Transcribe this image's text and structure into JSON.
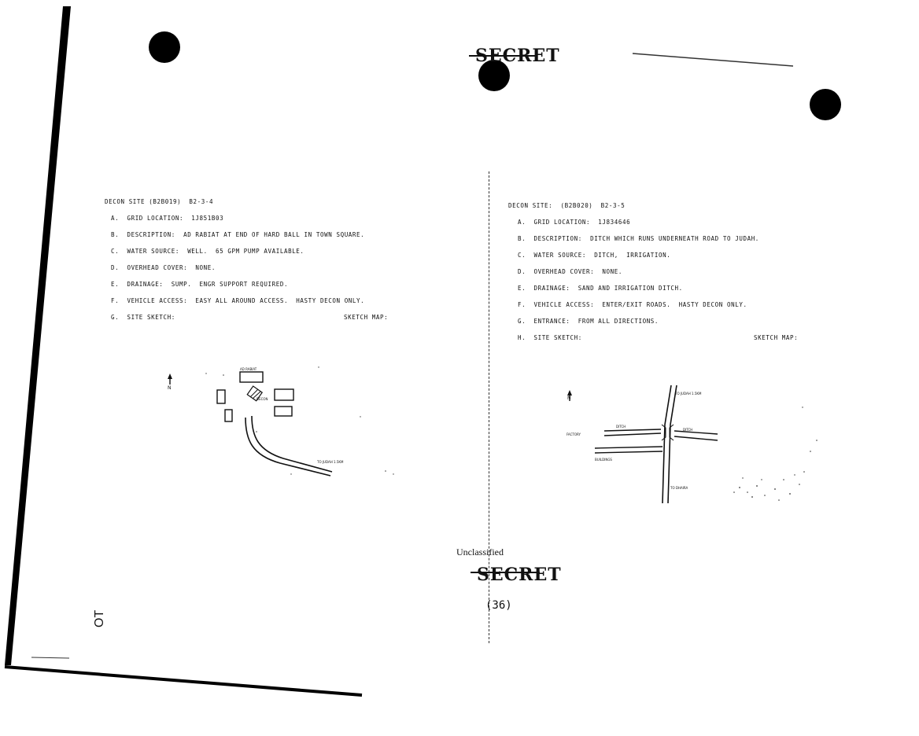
{
  "page": {
    "classification_top": "SECRET",
    "classification_bottom": "SECRET",
    "unclassified_stamp": "Unclassified",
    "page_number": "(36)",
    "margin_mark": "OT"
  },
  "left": {
    "header": "DECON SITE (B2B019)  B2-3-4",
    "lines": [
      "A.  GRID LOCATION:  1J851B03",
      "B.  DESCRIPTION:  AD RABIAT AT END OF HARD BALL IN TOWN SQUARE.",
      "C.  WATER SOURCE:  WELL.  65 GPM PUMP AVAILABLE.",
      "D.  OVERHEAD COVER:  NONE.",
      "E.  DRAINAGE:  SUMP.  ENGR SUPPORT REQUIRED.",
      "F.  VEHICLE ACCESS:  EASY ALL AROUND ACCESS.  HASTY DECON ONLY."
    ],
    "site_sketch_label": "G.  SITE SKETCH:",
    "sketch_map_label": "SKETCH MAP:",
    "north_label": "N",
    "map_labels": {
      "top": "AD RABIAT",
      "center": "DECON",
      "road": "TO JUDAH 1.5KM"
    }
  },
  "right": {
    "header": "DECON SITE:  (B2B020)  B2-3-5",
    "lines": [
      "A.  GRID LOCATION:  1J834646",
      "B.  DESCRIPTION:  DITCH WHICH RUNS UNDERNEATH ROAD TO JUDAH.",
      "C.  WATER SOURCE:  DITCH,  IRRIGATION.",
      "D.  OVERHEAD COVER:  NONE.",
      "E.  DRAINAGE:  SAND AND IRRIGATION DITCH.",
      "F.  VEHICLE ACCESS:  ENTER/EXIT ROADS.  HASTY DECON ONLY.",
      "G.  ENTRANCE:  FROM ALL DIRECTIONS."
    ],
    "site_sketch_label": "H.  SITE SKETCH:",
    "sketch_map_label": "SKETCH MAP:",
    "north_label": "N",
    "map_labels": {
      "top": "TO JUDAH 1.5KM",
      "ditch_left": "DITCH",
      "ditch_right": "DITCH",
      "west": "FACTORY",
      "buildings": "BUILDINGS",
      "bottom": "TO DHAIRA"
    }
  }
}
